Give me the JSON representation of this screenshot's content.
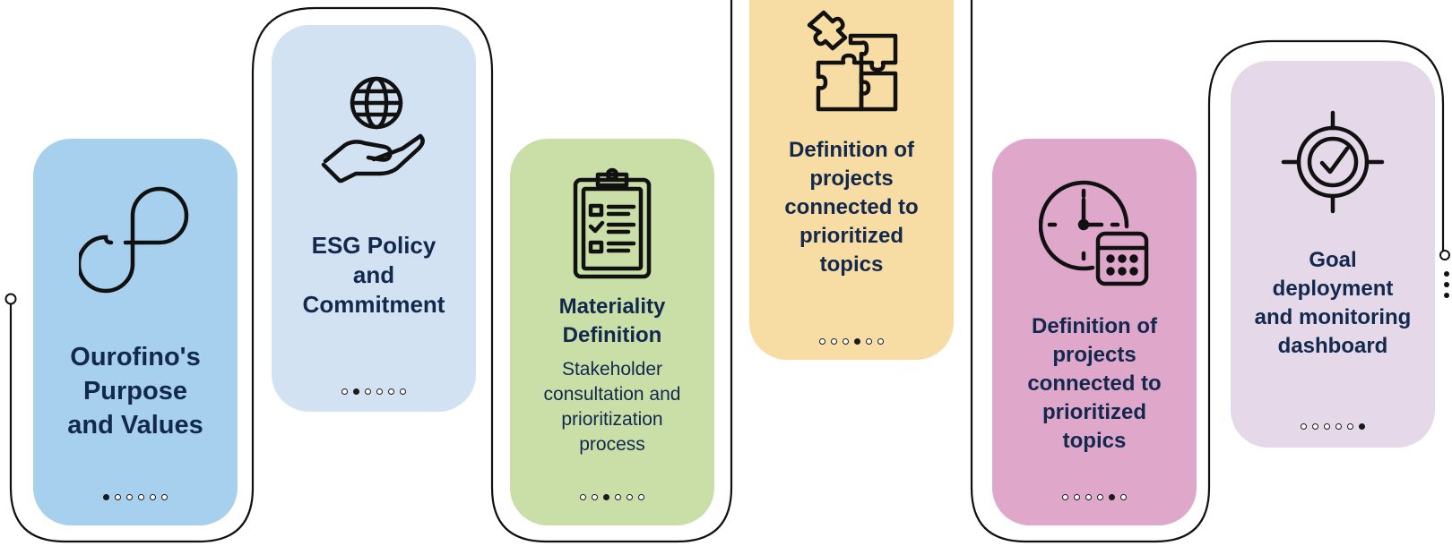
{
  "colors": {
    "blue": "#a6d0ed",
    "light_blue": "#d2e2f2",
    "green": "#cadfa8",
    "yellow": "#f7dca3",
    "pink": "#dfa8cb",
    "lavender": "#e5d9e9",
    "text": "#13284d",
    "line": "#111111"
  },
  "steps": [
    {
      "title": "Ourofino's\nPurpose\nand Values",
      "description": "",
      "icon": "infinity-loop-icon",
      "active_dot": 1,
      "total_dots": 6
    },
    {
      "title": "ESG Policy\nand\nCommitment",
      "description": "",
      "icon": "globe-in-hand-icon",
      "active_dot": 2,
      "total_dots": 6
    },
    {
      "title": "Materiality\nDefinition",
      "description": "Stakeholder\nconsultation and\nprioritization\nprocess",
      "icon": "clipboard-checklist-icon",
      "active_dot": 3,
      "total_dots": 6
    },
    {
      "title": "Definition of\nprojects\nconnected to\nprioritized\ntopics",
      "description": "",
      "icon": "puzzle-pieces-icon",
      "active_dot": 4,
      "total_dots": 6
    },
    {
      "title": "Definition of\nprojects\nconnected to\nprioritized\ntopics",
      "description": "",
      "icon": "clock-calendar-icon",
      "active_dot": 5,
      "total_dots": 6
    },
    {
      "title": "Goal\ndeployment\nand monitoring\ndashboard",
      "description": "",
      "icon": "target-check-icon",
      "active_dot": 6,
      "total_dots": 6
    }
  ]
}
